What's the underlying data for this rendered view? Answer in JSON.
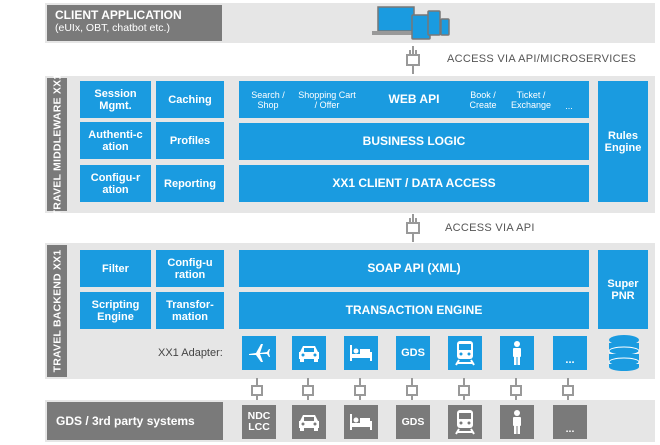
{
  "client": {
    "title": "CLIENT APPLICATION",
    "subtitle": "(eUIx, OBT, chatbot etc.)"
  },
  "access_api_micro": "ACCESS VIA API/MICROSERVICES",
  "access_api": "ACCESS VIA API",
  "middleware": {
    "label": "TRAVEL MIDDLEWARE XX1",
    "left_cells": [
      "Session Mgmt.",
      "Caching",
      "Authenti-cation",
      "Profiles",
      "Configu-ration",
      "Reporting"
    ],
    "web_api": {
      "title": "WEB API",
      "items": [
        "Search / Shop",
        "Shopping Cart / Offer",
        "Book / Create",
        "Ticket / Exchange",
        "..."
      ]
    },
    "business_logic": "BUSINESS LOGIC",
    "client_access": "XX1 CLIENT / DATA ACCESS",
    "rules_engine": "Rules Engine"
  },
  "backend": {
    "label": "TRAVEL BACKEND XX1",
    "left_cells": [
      "Filter",
      "Config-uration",
      "Scripting Engine",
      "Transfor-mation"
    ],
    "soap_api": "SOAP API (XML)",
    "transaction_engine": "TRANSACTION ENGINE",
    "super_pnr": "Super PNR",
    "adapter_label": "XX1 Adapter:",
    "adapters": [
      "plane-icon",
      "car-icon",
      "bed-icon",
      "GDS",
      "train-icon",
      "person-icon",
      "..."
    ]
  },
  "gds": {
    "label": "GDS / 3rd party systems",
    "tiles": [
      "NDC LCC",
      "car-icon",
      "bed-icon",
      "GDS",
      "train-icon",
      "person-icon",
      "..."
    ]
  },
  "colors": {
    "blue": "#1a9be0",
    "gray": "#7a7a7a",
    "band": "#e6e6e6"
  }
}
